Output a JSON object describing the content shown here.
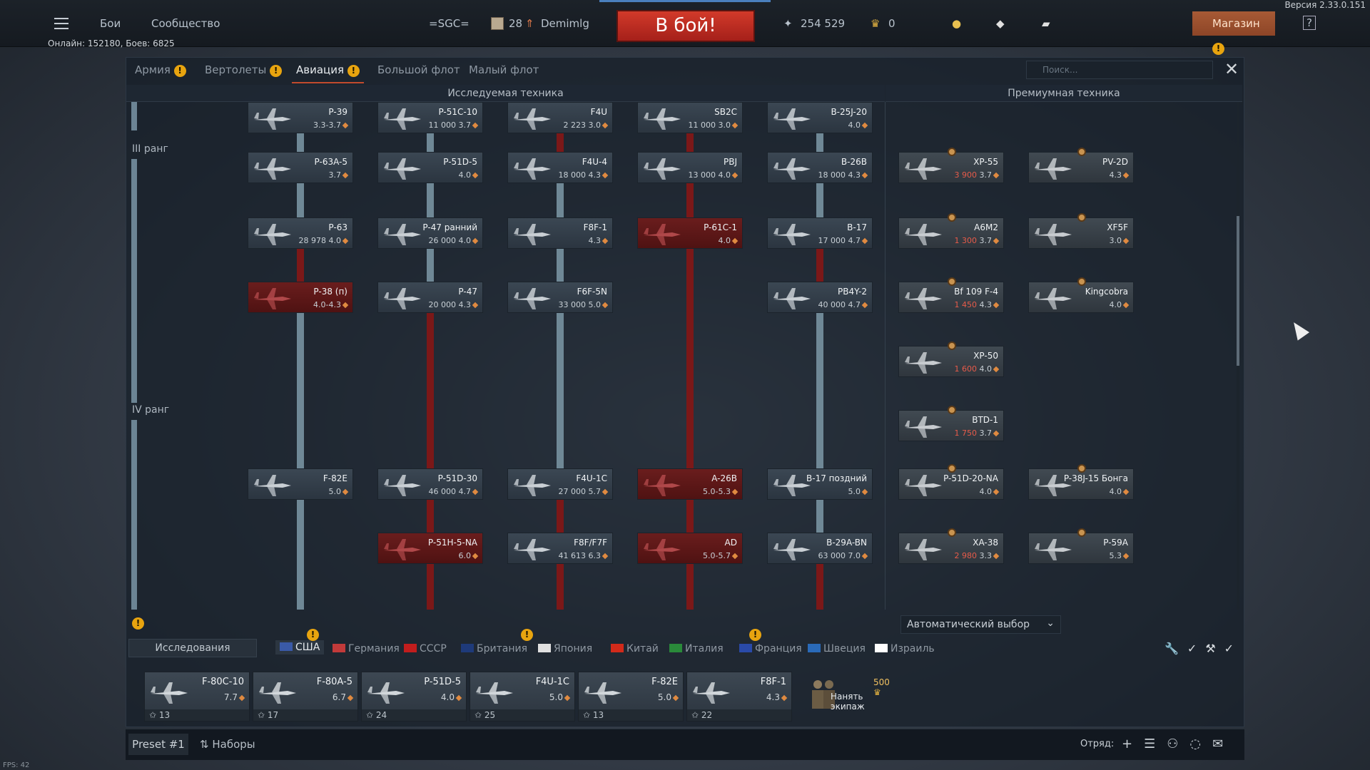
{
  "version": "Версия 2.33.0.151",
  "online": "Онлайн: 152180, Боев: 6825",
  "topbar": {
    "battles": "Бои",
    "community": "Сообщество",
    "squadron": "=SGC=",
    "level": "28",
    "nickname": "Demimlg",
    "battle_button": "В бой!",
    "silver": "254 529",
    "gold": "0",
    "shop": "Магазин"
  },
  "tabs": [
    "Армия",
    "Вертолеты",
    "Авиация",
    "Большой флот",
    "Малый флот"
  ],
  "search_placeholder": "Поиск...",
  "columns": {
    "researched": "Исследуемая техника",
    "premium": "Премиумная техника"
  },
  "ranks": {
    "r3": "III ранг",
    "r4": "IV ранг"
  },
  "tree": [
    {
      "name": "P-39",
      "stats": "3.3-3.7"
    },
    {
      "name": "P-51C-10",
      "stats": "11 000 3.7"
    },
    {
      "name": "F4U",
      "stats": "2 223 3.0"
    },
    {
      "name": "SB2C",
      "stats": "11 000 3.0"
    },
    {
      "name": "B-25J-20",
      "stats": "4.0"
    },
    {
      "name": "P-63A-5",
      "stats": "3.7"
    },
    {
      "name": "P-51D-5",
      "stats": "4.0"
    },
    {
      "name": "F4U-4",
      "stats": "18 000 4.3"
    },
    {
      "name": "PBJ",
      "stats": "13 000 4.0"
    },
    {
      "name": "B-26B",
      "stats": "18 000 4.3"
    },
    {
      "name": "P-63",
      "stats": "28 978 4.0"
    },
    {
      "name": "P-47 ранний",
      "stats": "26 000 4.0"
    },
    {
      "name": "F8F-1",
      "stats": "4.3"
    },
    {
      "name": "P-61C-1",
      "stats": "4.0"
    },
    {
      "name": "B-17",
      "stats": "17 000 4.7"
    },
    {
      "name": "P-38 (п)",
      "stats": "4.0-4.3"
    },
    {
      "name": "P-47",
      "stats": "20 000 4.3"
    },
    {
      "name": "F6F-5N",
      "stats": "33 000 5.0"
    },
    {
      "name": "PB4Y-2",
      "stats": "40 000 4.7"
    },
    {
      "name": "F-82E",
      "stats": "5.0"
    },
    {
      "name": "P-51D-30",
      "stats": "46 000 4.7"
    },
    {
      "name": "F4U-1C",
      "stats": "27 000 5.7"
    },
    {
      "name": "A-26B",
      "stats": "5.0-5.3"
    },
    {
      "name": "B-17 поздний",
      "stats": "5.0"
    },
    {
      "name": "P-51H-5-NA",
      "stats": "6.0"
    },
    {
      "name": "F8F/F7F",
      "stats": "41 613 6.3"
    },
    {
      "name": "AD",
      "stats": "5.0-5.7"
    },
    {
      "name": "B-29A-BN",
      "stats": "63 000 7.0"
    }
  ],
  "premium": [
    {
      "name": "XP-55",
      "gold": "3 900",
      "br": "3.7"
    },
    {
      "name": "PV-2D",
      "gold": "",
      "br": "4.3"
    },
    {
      "name": "A6M2",
      "gold": "1 300",
      "br": "3.7"
    },
    {
      "name": "XF5F",
      "gold": "",
      "br": "3.0"
    },
    {
      "name": "Bf 109 F-4",
      "gold": "1 450",
      "br": "4.3"
    },
    {
      "name": "Kingcobra",
      "gold": "",
      "br": "4.0"
    },
    {
      "name": "XP-50",
      "gold": "1 600",
      "br": "4.0"
    },
    {
      "name": "BTD-1",
      "gold": "1 750",
      "br": "3.7"
    },
    {
      "name": "P-51D-20-NA",
      "gold": "",
      "br": "4.0"
    },
    {
      "name": "P-38J-15 Бонга",
      "gold": "",
      "br": "4.0"
    },
    {
      "name": "XA-38",
      "gold": "2 980",
      "br": "3.3"
    },
    {
      "name": "P-59A",
      "gold": "",
      "br": "5.3"
    }
  ],
  "auto_select": "Автоматический выбор",
  "research_tab": "Исследования",
  "nations": [
    "США",
    "Германия",
    "СССР",
    "Британия",
    "Япония",
    "Китай",
    "Италия",
    "Франция",
    "Швеция",
    "Израиль"
  ],
  "crew": [
    {
      "name": "F-80C-10",
      "br": "7.7",
      "crew": "13"
    },
    {
      "name": "F-80A-5",
      "br": "6.7",
      "crew": "17"
    },
    {
      "name": "P-51D-5",
      "br": "4.0",
      "crew": "24"
    },
    {
      "name": "F4U-1C",
      "br": "5.0",
      "crew": "25"
    },
    {
      "name": "F-82E",
      "br": "5.0",
      "crew": "13"
    },
    {
      "name": "F8F-1",
      "br": "4.3",
      "crew": "22"
    }
  ],
  "hire": {
    "cost": "500",
    "label": "Нанять экипаж"
  },
  "footer": {
    "preset": "Preset #1",
    "sets": "Наборы",
    "squad": "Отряд:"
  },
  "fps": "FPS: 42",
  "colors": {
    "battle": "#c22d22",
    "accent": "#c24a2d",
    "warning": "#e8a40f"
  }
}
